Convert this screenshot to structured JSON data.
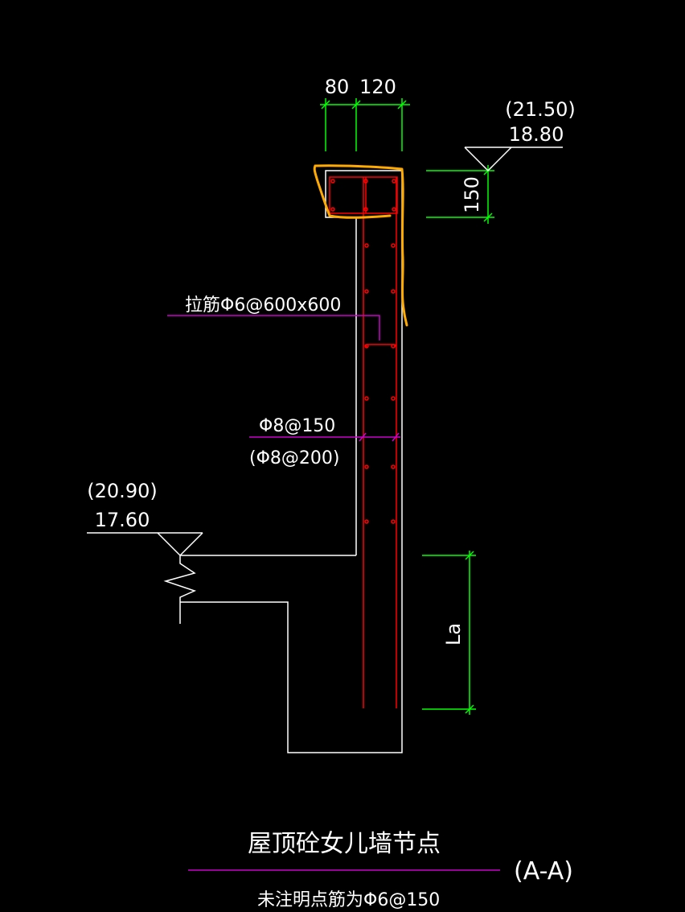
{
  "drawing": {
    "title": "屋顶砼女儿墙节点",
    "section_mark": "(A-A)",
    "note": "未注明点筋为Φ6@150"
  },
  "dimensions": {
    "top_left": "80",
    "top_right": "120",
    "coping_height": "150",
    "anchorage": "La"
  },
  "elevations": {
    "top_structural": "(21.50)",
    "top_building": "18.80",
    "roof_structural": "(20.90)",
    "roof_building": "17.60"
  },
  "rebar_labels": {
    "tie_bar": "拉筋Φ6@600x600",
    "horizontal_bars": "Φ8@150",
    "horizontal_bars_alt": "(Φ8@200)"
  },
  "colors": {
    "background": "#000000",
    "outline": "#ffffff",
    "rebar": "#ff0000",
    "dimension": "#00ff00",
    "leader": "#cc00cc",
    "markup": "#ffaa00"
  }
}
